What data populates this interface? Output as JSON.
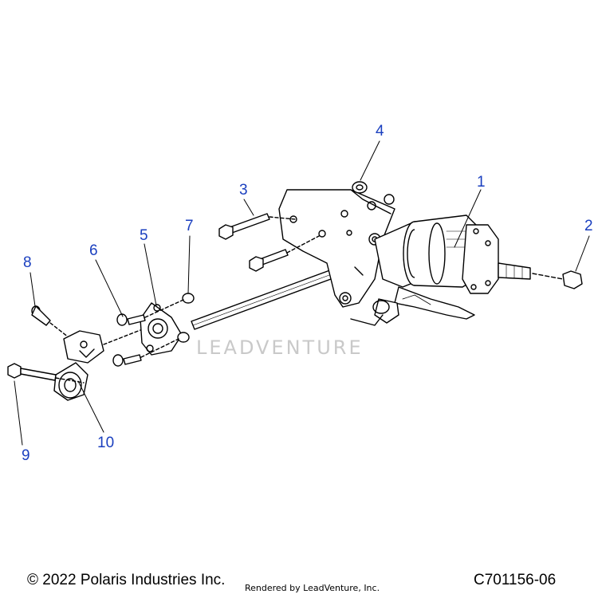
{
  "callouts": [
    "1",
    "2",
    "3",
    "4",
    "5",
    "6",
    "7",
    "8",
    "9",
    "10"
  ],
  "watermark": "LEADVENTURE",
  "footer": {
    "copyright": "© 2022 Polaris Industries Inc.",
    "rendered_by": "Rendered by LeadVenture, Inc.",
    "diagram_code": "C701156-06"
  }
}
